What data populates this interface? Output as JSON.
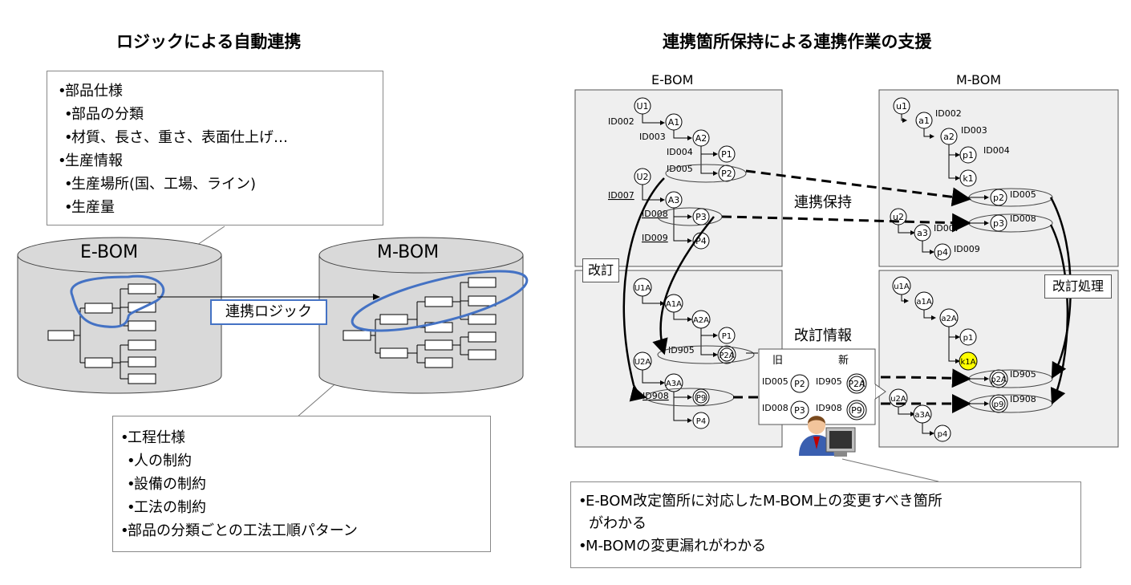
{
  "left": {
    "title": "ロジックによる自動連携",
    "spec_box": [
      "部品仕様",
      "部品の分類",
      "材質、長さ、重さ、表面仕上げ…",
      "生産情報",
      "生産場所(国、工場、ライン)",
      "生産量"
    ],
    "db_left": "E-BOM",
    "db_right": "M-BOM",
    "logic_label": "連携ロジック",
    "process_box": [
      "工程仕様",
      "人の制約",
      "設備の制約",
      "工法の制約",
      "部品の分類ごとの工法工順パターン"
    ]
  },
  "right": {
    "title": "連携箇所保持による連携作業の支援",
    "ebom_label": "E-BOM",
    "mbom_label": "M-BOM",
    "link_keep": "連携保持",
    "revision": "改訂",
    "revision_process": "改訂処理",
    "revision_info": "改訂情報",
    "old": "旧",
    "new": "新",
    "info_ids": [
      "ID005",
      "ID905",
      "ID008",
      "ID908"
    ],
    "nodes_e_top": [
      "U1",
      "A1",
      "A2",
      "P1",
      "P2",
      "U2",
      "A3",
      "P3",
      "P4"
    ],
    "ids_e_top": [
      "ID002",
      "ID003",
      "ID004",
      "ID005",
      "ID007",
      "ID008",
      "ID009"
    ],
    "nodes_m_top": [
      "u1",
      "a1",
      "a2",
      "p1",
      "k1",
      "p2",
      "u2",
      "a3",
      "p3",
      "p4"
    ],
    "ids_m_top": [
      "ID002",
      "ID003",
      "ID004",
      "ID005",
      "ID007",
      "ID008",
      "ID009"
    ],
    "nodes_e_bottom": [
      "U1A",
      "A1A",
      "A2A",
      "P1",
      "P2A",
      "U2A",
      "A3A",
      "P9",
      "P4"
    ],
    "ids_e_bottom": [
      "ID905",
      "ID908"
    ],
    "nodes_m_bottom": [
      "u1A",
      "a1A",
      "a2A",
      "p1",
      "k1A",
      "p2A",
      "u2A",
      "a3A",
      "p9",
      "p4"
    ],
    "ids_m_bottom": [
      "ID905",
      "ID908"
    ],
    "info_nodes": [
      "P2",
      "P2A",
      "P3",
      "P9"
    ],
    "bottom_box": [
      "E-BOM改定箇所に対応したM-BOM上の変更すべき箇所",
      "がわかる",
      "M-BOMの変更漏れがわかる"
    ]
  },
  "colors": {
    "accent_blue": "#4472c4",
    "panel_gray": "#efefef",
    "db_gray": "#d9d9d9",
    "highlight": "#ffff00"
  }
}
